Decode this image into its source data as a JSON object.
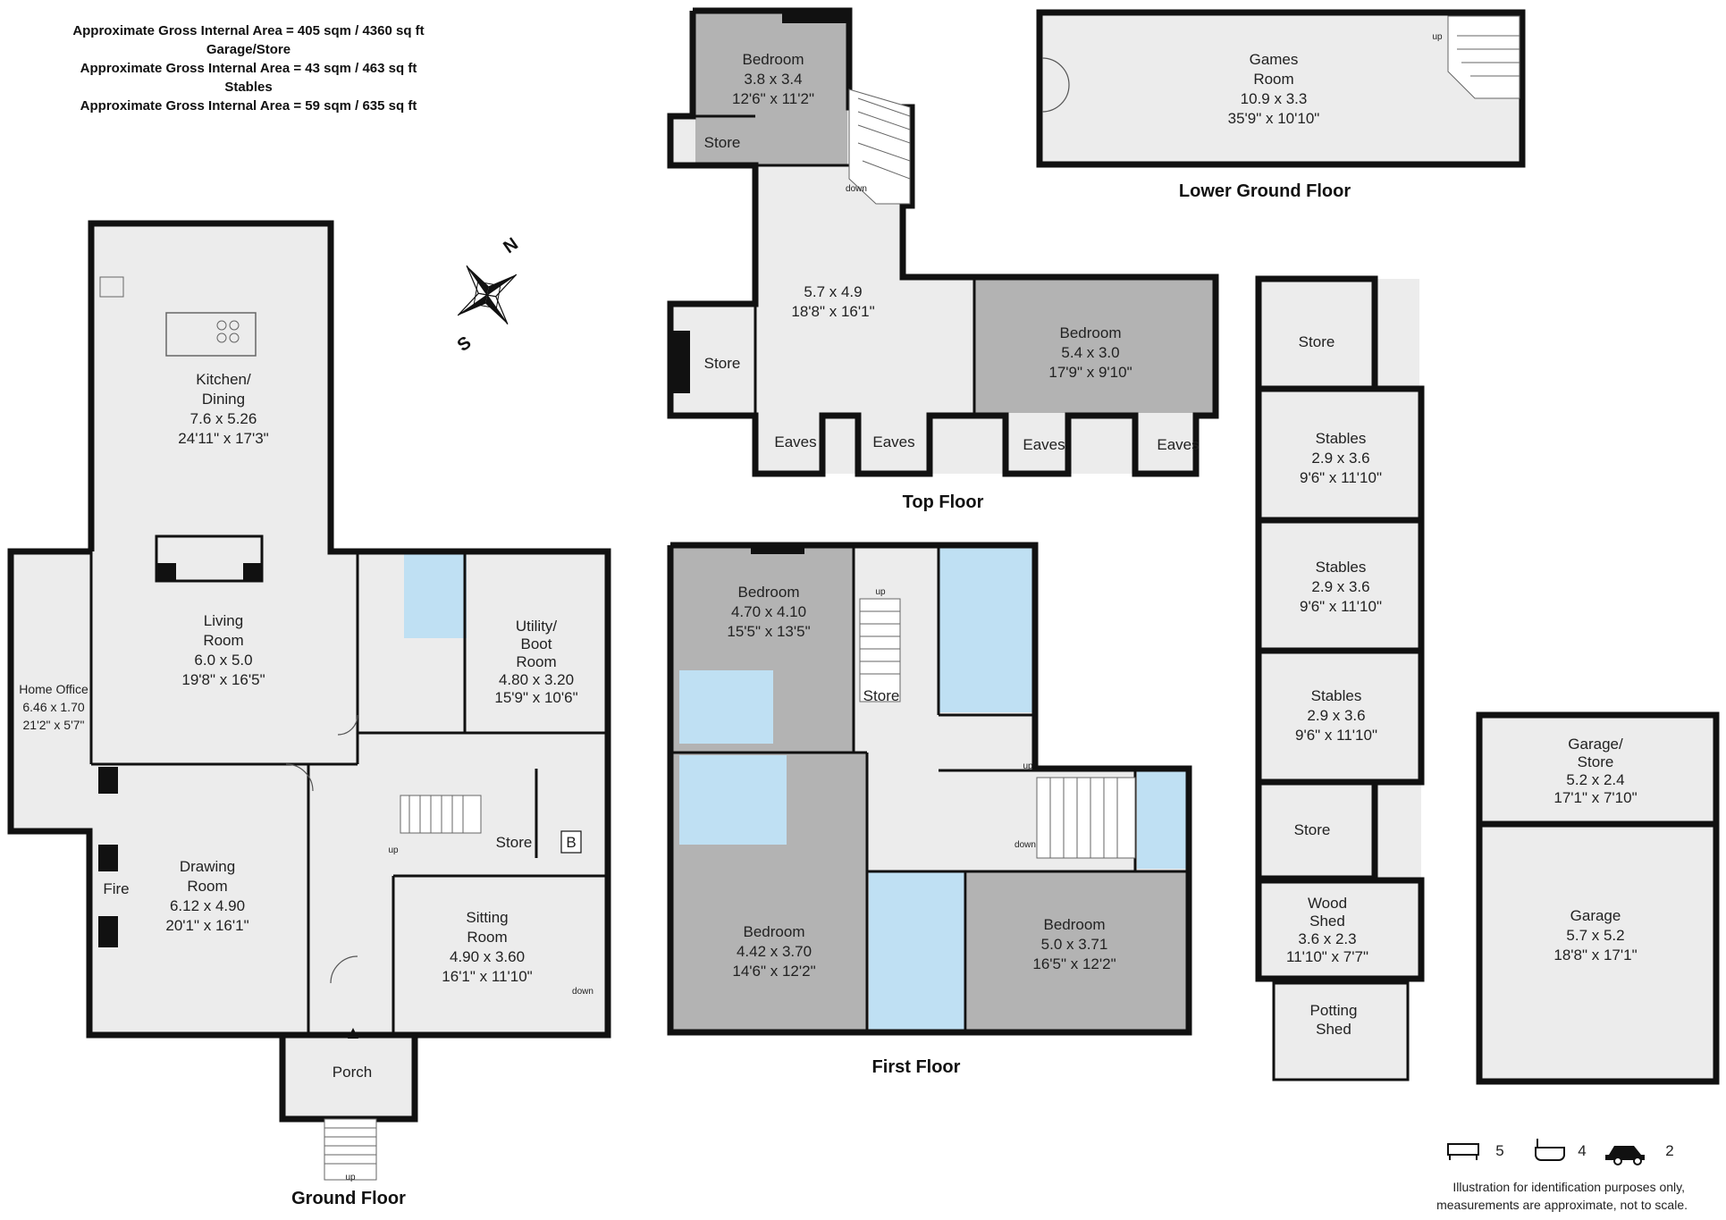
{
  "areas": [
    {
      "label": "Approximate Gross Internal Area  =  405 sqm / 4360 sq ft"
    },
    {
      "label": "Garage/Store"
    },
    {
      "label": "Approximate Gross Internal Area  =  43 sqm / 463 sq ft"
    },
    {
      "label": "Stables"
    },
    {
      "label": "Approximate Gross Internal Area  =  59 sqm / 635 sq ft"
    }
  ],
  "compass": {
    "n": "N",
    "s": "S"
  },
  "floors": {
    "ground": "Ground Floor",
    "first": "First Floor",
    "top": "Top Floor",
    "lower": "Lower Ground Floor"
  },
  "rooms": {
    "kitchen": {
      "l1": "Kitchen/",
      "l2": "Dining",
      "m": "7.6 x 5.26",
      "i": "24'11\" x 17'3\""
    },
    "living": {
      "l1": "Living",
      "l2": "Room",
      "m": "6.0 x 5.0",
      "i": "19'8\" x 16'5\""
    },
    "office": {
      "l1": "Home Office",
      "m": "6.46 x 1.70",
      "i": "21'2\" x 5'7\""
    },
    "utility": {
      "l1": "Utility/",
      "l2": "Boot",
      "l3": "Room",
      "m": "4.80 x 3.20",
      "i": "15'9\" x 10'6\""
    },
    "drawing": {
      "l1": "Drawing",
      "l2": "Room",
      "m": "6.12 x 4.90",
      "i": "20'1\" x 16'1\""
    },
    "fire": "Fire",
    "gf_store": "Store",
    "boiler": "B",
    "sitting": {
      "l1": "Sitting",
      "l2": "Room",
      "m": "4.90 x 3.60",
      "i": "16'1\" x 11'10\""
    },
    "porch": "Porch",
    "bed_ff1": {
      "l1": "Bedroom",
      "m": "4.70 x 4.10",
      "i": "15'5\" x 13'5\""
    },
    "bed_ff2": {
      "l1": "Bedroom",
      "m": "4.42 x 3.70",
      "i": "14'6\" x 12'2\""
    },
    "bed_ff3": {
      "l1": "Bedroom",
      "m": "5.0 x 3.71",
      "i": "16'5\" x 12'2\""
    },
    "ff_store": "Store",
    "bed_tf1": {
      "l1": "Bedroom",
      "m": "3.8 x 3.4",
      "i": "12'6\" x 11'2\""
    },
    "landing_tf": {
      "m": "5.7 x 4.9",
      "i": "18'8\" x 16'1\""
    },
    "bed_tf2": {
      "l1": "Bedroom",
      "m": "5.4 x 3.0",
      "i": "17'9\" x 9'10\""
    },
    "tf_store1": "Store",
    "tf_store2": "Store",
    "eaves": "Eaves",
    "games": {
      "l1": "Games",
      "l2": "Room",
      "m": "10.9 x 3.3",
      "i": "35'9\" x 10'10\""
    },
    "out_store1": "Store",
    "stables1": {
      "l1": "Stables",
      "m": "2.9 x 3.6",
      "i": "9'6\" x 11'10\""
    },
    "stables2": {
      "l1": "Stables",
      "m": "2.9 x 3.6",
      "i": "9'6\" x 11'10\""
    },
    "stables3": {
      "l1": "Stables",
      "m": "2.9 x 3.6",
      "i": "9'6\" x 11'10\""
    },
    "out_store2": "Store",
    "wood": {
      "l1": "Wood",
      "l2": "Shed",
      "m": "3.6 x 2.3",
      "i": "11'10\" x 7'7\""
    },
    "potting": {
      "l1": "Potting",
      "l2": "Shed"
    },
    "garage_store": {
      "l1": "Garage/",
      "l2": "Store",
      "m": "5.2 x 2.4",
      "i": "17'1\" x 7'10\""
    },
    "garage": {
      "l1": "Garage",
      "m": "5.7 x 5.2",
      "i": "18'8\" x 17'1\""
    }
  },
  "stairs": {
    "up": "up",
    "down": "down"
  },
  "icons": {
    "bed_count": "5",
    "bath_count": "4",
    "car_count": "2"
  },
  "disclaimer": {
    "line1": "Illustration for identification purposes only,",
    "line2": "measurements are approximate, not to scale."
  },
  "colors": {
    "room_grey": "#b3b3b3",
    "floor_light": "#ececec",
    "bath_blue": "#bfe0f3",
    "wall": "#111111"
  }
}
